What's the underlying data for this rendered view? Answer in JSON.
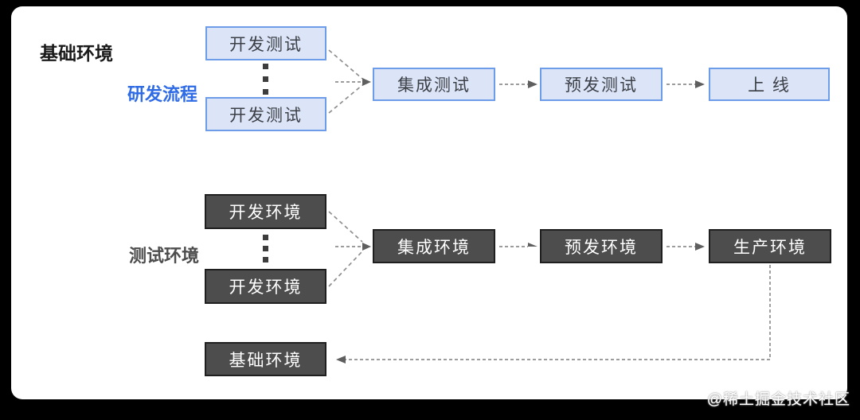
{
  "labels": {
    "base_env_title": "基础环境",
    "dev_flow": "研发流程",
    "test_env": "测试环境"
  },
  "flow_nodes": {
    "dev_test_1": "开发测试",
    "dev_test_2": "开发测试",
    "integration_test": "集成测试",
    "staging_test": "预发测试",
    "online": "上 线"
  },
  "env_nodes": {
    "dev_env_1": "开发环境",
    "dev_env_2": "开发环境",
    "integration_env": "集成环境",
    "staging_env": "预发环境",
    "production_env": "生产环境",
    "base_env": "基础环境"
  },
  "watermark": "@稀土掘金技术社区",
  "colors": {
    "frame_bg": "#000000",
    "card_bg": "#ffffff",
    "blue_box_fill": "#dce4f8",
    "blue_box_border": "#6d9ce8",
    "blue_box_text": "#3c4046",
    "dark_box_fill": "#4d4d4d",
    "dark_box_border": "#1f1f1f",
    "title_text": "#1a1a1a",
    "accent_blue": "#2e6be5",
    "gray_label": "#4d4d4d",
    "connector_gray": "#8f8f8f",
    "arrow_head": "#5f5f5f",
    "dot_color": "#3d3d3d",
    "watermark_color": "#ffffff"
  }
}
